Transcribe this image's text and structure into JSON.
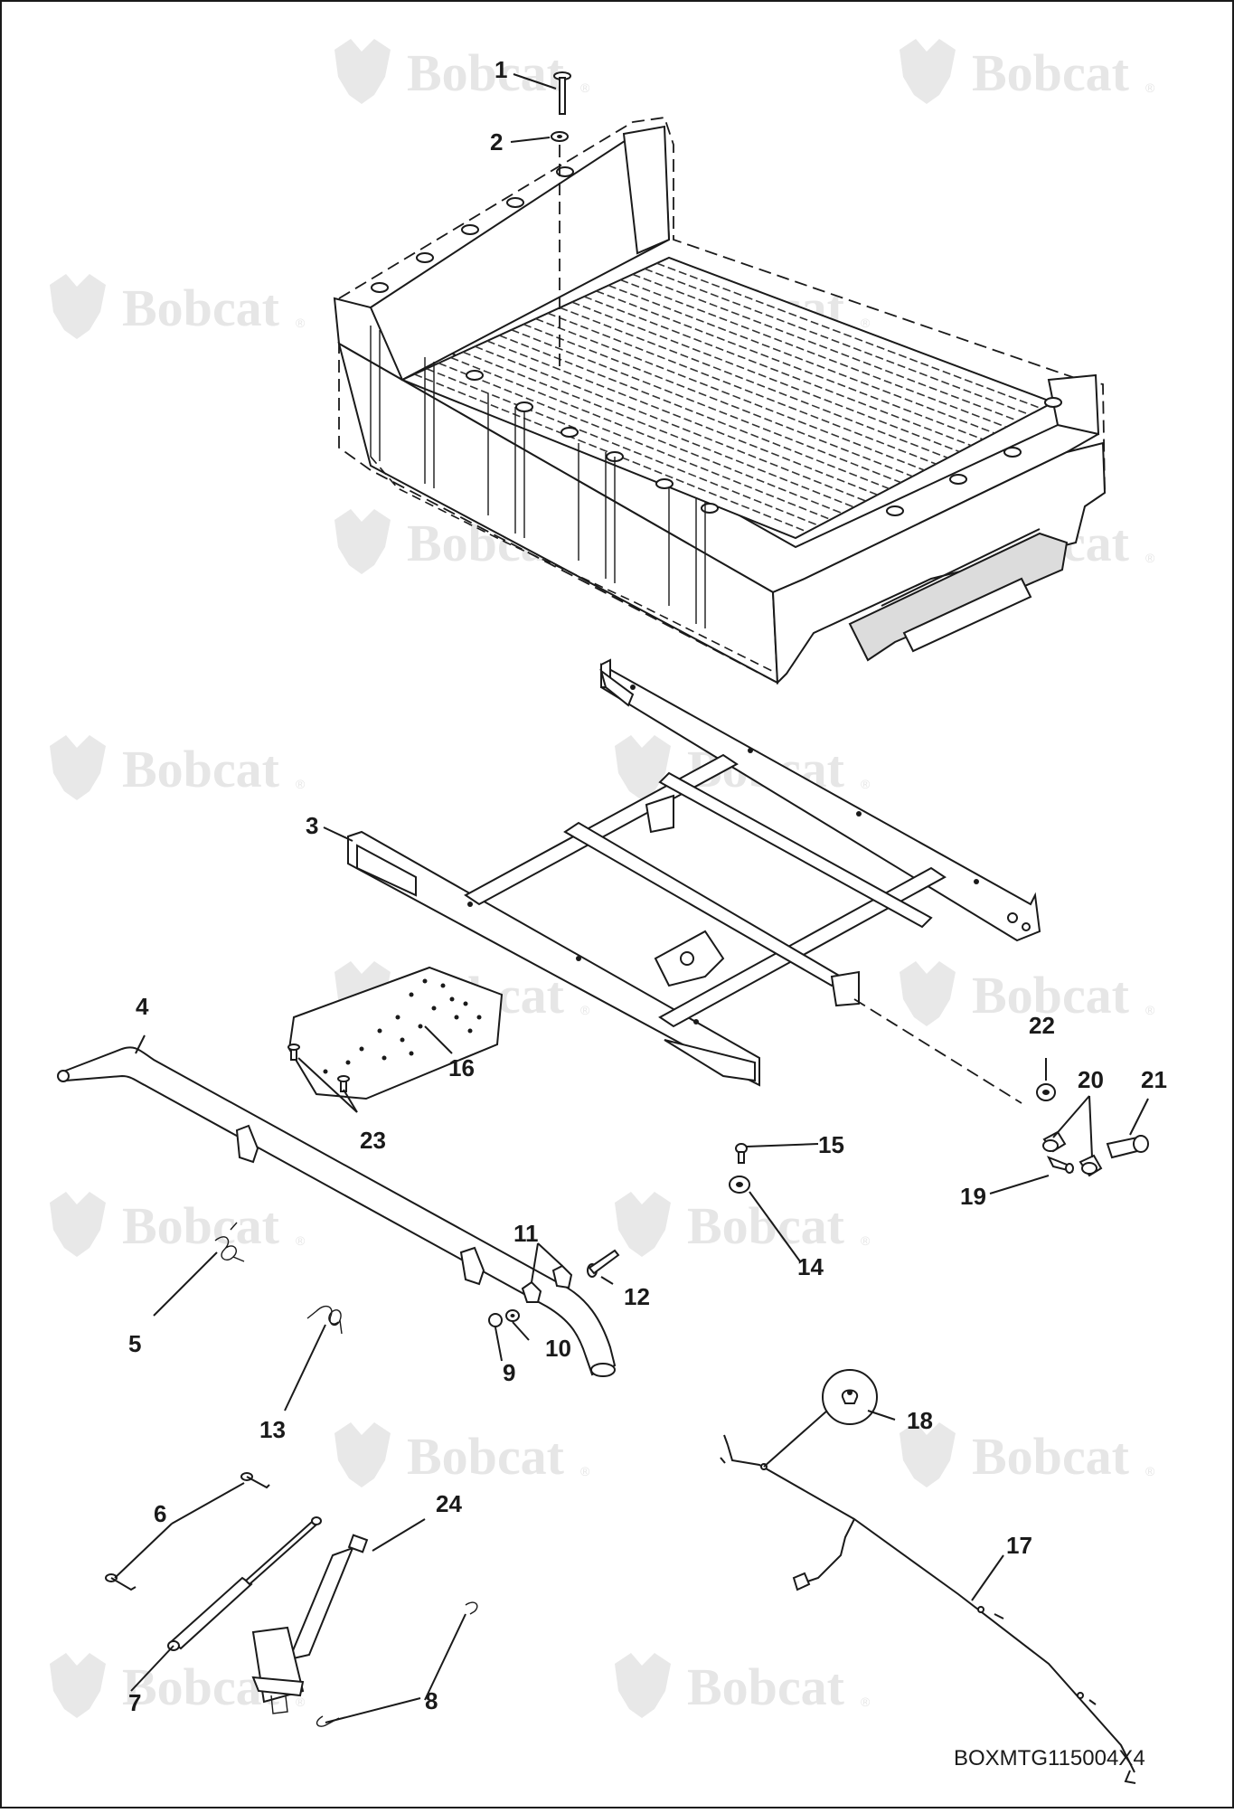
{
  "watermark": {
    "brand": "Bobcat",
    "registered_mark": "®"
  },
  "drawing_ref": "BOXMTG115004X4",
  "callouts": [
    "1",
    "2",
    "3",
    "4",
    "5",
    "6",
    "7",
    "8",
    "9",
    "10",
    "11",
    "12",
    "13",
    "14",
    "15",
    "16",
    "17",
    "18",
    "19",
    "20",
    "21",
    "22",
    "23",
    "24"
  ]
}
